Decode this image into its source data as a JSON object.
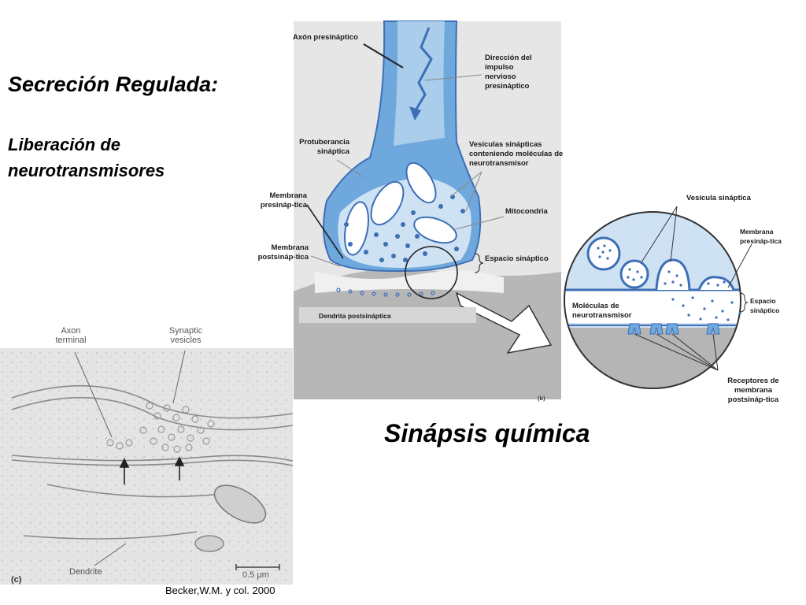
{
  "slide": {
    "title": "Secreción Regulada:",
    "subtitle": "Liberación de neurotransmisores",
    "main_caption": "Sinápsis química",
    "credit": "Becker,W.M. y col. 2000"
  },
  "diagram_b": {
    "panel_label": "(b)",
    "labels": {
      "axon": "Axón presináptico",
      "direction": "Dirección del impulso nervioso presináptico",
      "protuberance": "Protuberancia sináptica",
      "vesicles_containing": "Vesículas sinápticas conteniendo moléculas de neurotransmisor",
      "presynaptic_membrane": "Membrana presináp-tica",
      "mitochondria": "Mitocondria",
      "postsynaptic_membrane": "Membrana postsináp-tica",
      "synaptic_space": "Espacio sináptico",
      "postsynaptic_dendrite": "Dendrita postsináptica"
    }
  },
  "zoom": {
    "labels": {
      "synaptic_vesicle": "Vesícula sináptica",
      "presynaptic_membrane": "Membrana presináp-tica",
      "synaptic_space": "Espacio sináptico",
      "neurotransmitter_molecules": "Moléculas de neurotransmisor",
      "receptors": "Receptores de membrana postsináp-tica"
    }
  },
  "micrograph": {
    "panel_label": "(c)",
    "labels": {
      "axon_terminal": "Axon terminal",
      "synaptic_vesicles": "Synaptic vesicles",
      "dendrite": "Dendrite",
      "scale": "0.5 μm"
    }
  },
  "colors": {
    "axon_blue": "#6fa8dc",
    "light_blue": "#cfe2f3",
    "dendrite_gray": "#b7b7b7",
    "vesicle_blue": "#3d6fb6"
  }
}
